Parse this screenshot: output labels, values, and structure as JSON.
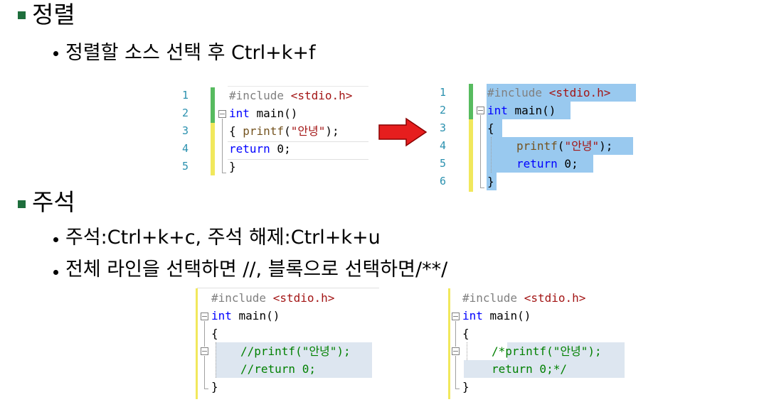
{
  "sections": {
    "sort": {
      "title": "정렬",
      "bullet": "정렬할 소스 선택 후 Ctrl+k+f"
    },
    "comment": {
      "title": "주석",
      "bullet1": "주석:Ctrl+k+c, 주석 해제:Ctrl+k+u",
      "bullet2": "전체 라인을 선택하면 //, 블록으로 선택하면/**/"
    }
  },
  "before": {
    "line_numbers": [
      "1",
      "2",
      "3",
      "4",
      "5"
    ],
    "l1_pp": "#include ",
    "l1_hdr": "<stdio.h>",
    "l2_kw": "int",
    "l2_rest": " main()",
    "l3_a": "{ ",
    "l3_fn": "printf",
    "l3_b": "(",
    "l3_str": "\"안녕\"",
    "l3_c": ");",
    "l4_kw": "return",
    "l4_rest": " 0;",
    "l5": "}"
  },
  "after": {
    "line_numbers": [
      "1",
      "2",
      "3",
      "4",
      "5",
      "6"
    ],
    "l1_pp": "#include ",
    "l1_hdr": "<stdio.h>",
    "l2_kw": "int",
    "l2_rest": " main()",
    "l3": "{",
    "l4_fn": "printf",
    "l4_b": "(",
    "l4_str": "\"안녕\"",
    "l4_c": ");",
    "l5_kw": "return",
    "l5_rest": " 0;",
    "l6": "}"
  },
  "line_comment": {
    "l1_pp": "#include ",
    "l1_hdr": "<stdio.h>",
    "l2_kw": "int",
    "l2_rest": " main()",
    "l3": "{",
    "l4": "//printf(\"안녕\");",
    "l5": "//return 0;",
    "l6": "}"
  },
  "block_comment": {
    "l1_pp": "#include ",
    "l1_hdr": "<stdio.h>",
    "l2_kw": "int",
    "l2_rest": " main()",
    "l3": "{",
    "l4_cm": "/*",
    "l4_code": "printf(\"안녕\");",
    "l5_code": "return 0;",
    "l5_cm": "*/",
    "l6": "}"
  },
  "colors": {
    "bullet_square": "#1e6e3c",
    "selection": "#99c9ef",
    "line_highlight": "#dde6f0",
    "change_saved": "#57bb5f",
    "change_unsaved": "#f1e85c",
    "arrow": "#e61e1e"
  }
}
